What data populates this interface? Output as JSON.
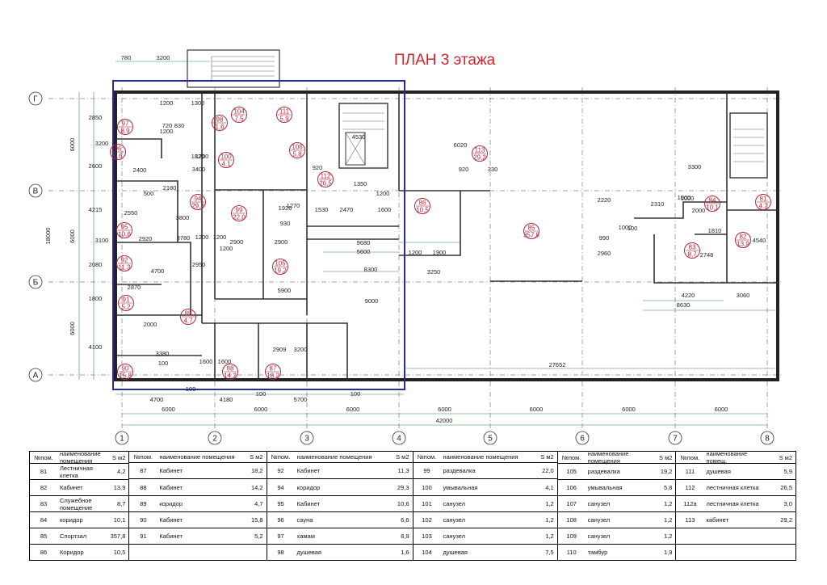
{
  "title": "ПЛАН 3 этажа",
  "axes": {
    "columns": [
      "1",
      "2",
      "3",
      "4",
      "5",
      "6",
      "7",
      "8"
    ],
    "rows": [
      "Г",
      "В",
      "Б",
      "А"
    ],
    "column_spacing": [
      "6000",
      "6000",
      "6000",
      "6000",
      "6000",
      "6000",
      "6000"
    ],
    "row_spacing": [
      "6000",
      "6000",
      "6000"
    ],
    "total_width": "42000",
    "total_height": "18000"
  },
  "rooms": [
    {
      "num": "97",
      "area": "8,9"
    },
    {
      "num": "98",
      "area": "1,6"
    },
    {
      "num": "104",
      "area": "7,5"
    },
    {
      "num": "111",
      "area": "5,9"
    },
    {
      "num": "96",
      "area": "6,6"
    },
    {
      "num": "100",
      "area": "4,1"
    },
    {
      "num": "106",
      "area": "5,8"
    },
    {
      "num": "112",
      "area": "26,5"
    },
    {
      "num": "113",
      "area": "29,2"
    },
    {
      "num": "94",
      "area": "29,3"
    },
    {
      "num": "99",
      "area": "22,0"
    },
    {
      "num": "86",
      "area": "10,5"
    },
    {
      "num": "85",
      "area": "357,8"
    },
    {
      "num": "84",
      "area": "10,1"
    },
    {
      "num": "81",
      "area": "4,2"
    },
    {
      "num": "95",
      "area": "10,6"
    },
    {
      "num": "105",
      "area": "19,2"
    },
    {
      "num": "92",
      "area": "11,3"
    },
    {
      "num": "83",
      "area": "8,7"
    },
    {
      "num": "82",
      "area": "13,9"
    },
    {
      "num": "91",
      "area": "5,2"
    },
    {
      "num": "89",
      "area": "4,7"
    },
    {
      "num": "90",
      "area": "15,8"
    },
    {
      "num": "88",
      "area": "14,2"
    },
    {
      "num": "87",
      "area": "18,2"
    }
  ],
  "dimensions": {
    "top": [
      "780",
      "3200"
    ],
    "interior": [
      "1200",
      "1300",
      "1820",
      "3400",
      "2400",
      "2180",
      "500",
      "2550",
      "2920",
      "3800",
      "3780",
      "1200",
      "2900",
      "2900",
      "9680",
      "5600",
      "8300",
      "1200",
      "1900",
      "3250",
      "4700",
      "2870",
      "3380",
      "2000",
      "1600",
      "1600",
      "2909",
      "3200",
      "9000",
      "5900",
      "930",
      "1530",
      "2470",
      "1600",
      "1200",
      "1350",
      "920",
      "330",
      "3300",
      "2310",
      "1000",
      "2000",
      "1000",
      "1810",
      "2748",
      "4220",
      "3060",
      "8630",
      "27652",
      "6020",
      "4530",
      "2220",
      "990",
      "2960",
      "1000",
      "4540",
      "1200",
      "830",
      "720",
      "1200",
      "1200",
      "2600",
      "4215",
      "2080",
      "1800",
      "4100",
      "2850",
      "3200",
      "3100",
      "1926",
      "1270",
      "920",
      "1200",
      "2950",
      "100",
      "100"
    ],
    "bottom": [
      "4700",
      "4180",
      "5700",
      "100",
      "100",
      "100"
    ]
  },
  "table": {
    "headers": {
      "num": "№пом.",
      "name": "наименование помещения",
      "area": "S м2"
    },
    "headers_alt": {
      "name": "наименование помещ."
    },
    "columns": [
      [
        {
          "num": "81",
          "name": "Лестничная клетка",
          "area": "4,2"
        },
        {
          "num": "82",
          "name": "Кабинет",
          "area": "13,9"
        },
        {
          "num": "83",
          "name": "Служебное помещение",
          "area": "8,7"
        },
        {
          "num": "84",
          "name": "коридор",
          "area": "10,1"
        },
        {
          "num": "85",
          "name": "Спортзал",
          "area": "357,8"
        },
        {
          "num": "86",
          "name": "Коридор",
          "area": "10,5"
        }
      ],
      [
        {
          "num": "87",
          "name": "Кабинет",
          "area": "18,2"
        },
        {
          "num": "88",
          "name": "Кабинет",
          "area": "14,2"
        },
        {
          "num": "89",
          "name": "коридор",
          "area": "4,7"
        },
        {
          "num": "90",
          "name": "Кабинет",
          "area": "15,8"
        },
        {
          "num": "91",
          "name": "Кабинет",
          "area": "5,2"
        },
        {
          "num": "",
          "name": "",
          "area": ""
        }
      ],
      [
        {
          "num": "92",
          "name": "Кабинет",
          "area": "11,3"
        },
        {
          "num": "94",
          "name": "коридор",
          "area": "29,3"
        },
        {
          "num": "95",
          "name": "Кабинет",
          "area": "10,6"
        },
        {
          "num": "96",
          "name": "сауна",
          "area": "6,6"
        },
        {
          "num": "97",
          "name": "хамам",
          "area": "8,9"
        },
        {
          "num": "98",
          "name": "душевая",
          "area": "1,6"
        }
      ],
      [
        {
          "num": "99",
          "name": "раздевалка",
          "area": "22,0"
        },
        {
          "num": "100",
          "name": "умывальная",
          "area": "4,1"
        },
        {
          "num": "101",
          "name": "санузел",
          "area": "1,2"
        },
        {
          "num": "102",
          "name": "санузел",
          "area": "1,2"
        },
        {
          "num": "103",
          "name": "санузел",
          "area": "1,2"
        },
        {
          "num": "104",
          "name": "душевая",
          "area": "7,5"
        }
      ],
      [
        {
          "num": "105",
          "name": "раздевалка",
          "area": "19,2"
        },
        {
          "num": "106",
          "name": "умывальная",
          "area": "5,8"
        },
        {
          "num": "107",
          "name": "санузел",
          "area": "1,2"
        },
        {
          "num": "108",
          "name": "санузел",
          "area": "1,2"
        },
        {
          "num": "109",
          "name": "санузел",
          "area": "1,2"
        },
        {
          "num": "110",
          "name": "тамбур",
          "area": "1,9"
        }
      ],
      [
        {
          "num": "111",
          "name": "душевая",
          "area": "5,9"
        },
        {
          "num": "112",
          "name": "лестничная клетка",
          "area": "26,5"
        },
        {
          "num": "112а",
          "name": "лестничная клетка",
          "area": "3,0"
        },
        {
          "num": "113",
          "name": "кабинет",
          "area": "29,2"
        },
        {
          "num": "",
          "name": "",
          "area": ""
        },
        {
          "num": "",
          "name": "",
          "area": ""
        }
      ]
    ]
  },
  "colors": {
    "title": "#d2232a",
    "room_marker": "#b0293a",
    "selection_frame": "#2a2a9a",
    "dimension": "#2a8a3a",
    "wall": "#222222"
  }
}
